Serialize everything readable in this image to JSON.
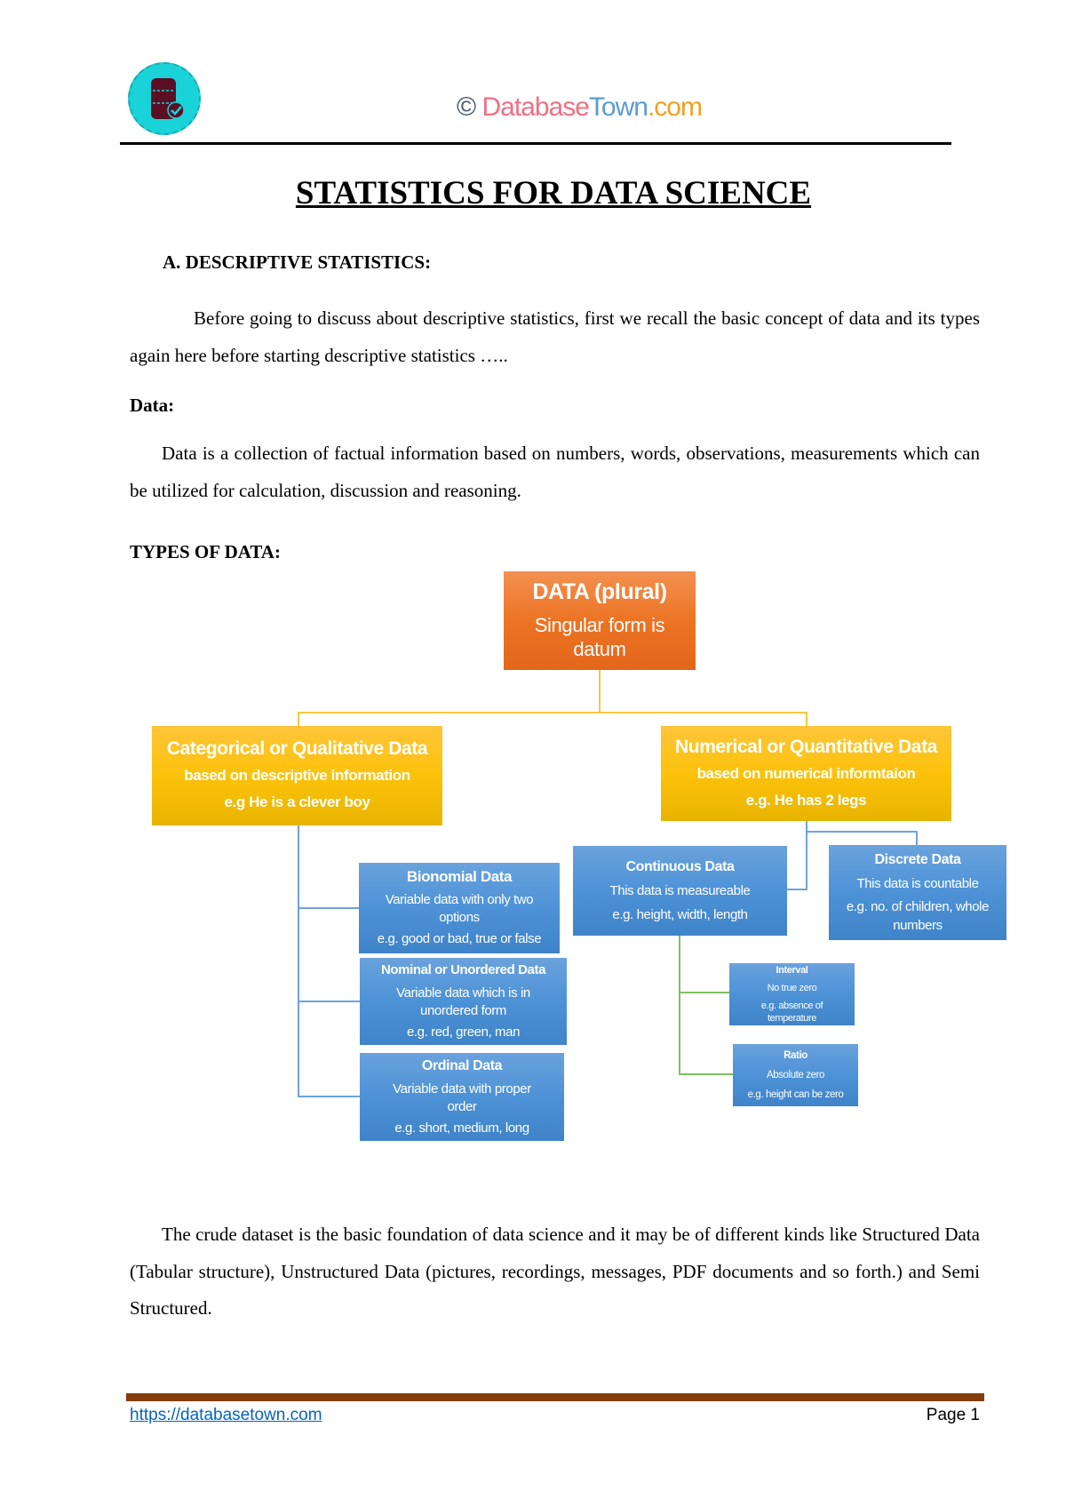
{
  "header": {
    "copyright_symbol": "©",
    "brand_parts": [
      "Database",
      "Town",
      ".com"
    ],
    "brand_colors": [
      "#f06f82",
      "#5b9bd5",
      "#f0a020"
    ],
    "logo": "database-check-icon"
  },
  "title": "STATISTICS FOR DATA SCIENCE",
  "section_a": "A.  DESCRIPTIVE STATISTICS:",
  "para1": "Before going to discuss about descriptive statistics, first we recall the basic concept of data and its types again here before starting descriptive statistics …..",
  "data_heading": "Data:",
  "para2": "Data is a collection of factual information based on numbers, words, observations, measurements which can be utilized for calculation, discussion and reasoning.",
  "types_heading": "TYPES OF DATA:",
  "diagram": {
    "root": {
      "title": "DATA (plural)",
      "lines": [
        "Singular form is datum"
      ]
    },
    "categorical": {
      "title": "Categorical or Qualitative Data",
      "lines": [
        "based on descriptive information",
        "e.g He is a clever boy"
      ]
    },
    "numerical": {
      "title": "Numerical or Quantitative Data",
      "lines": [
        "based on numerical informtaion",
        "e.g. He has 2 legs"
      ]
    },
    "binomial": {
      "title": "Bionomial Data",
      "lines": [
        "Variable data with only two options",
        "e.g. good or bad, true or false"
      ]
    },
    "nominal": {
      "title": "Nominal or Unordered Data",
      "lines": [
        "Variable data which is in unordered form",
        "e.g. red, green, man"
      ]
    },
    "ordinal": {
      "title": "Ordinal Data",
      "lines": [
        "Variable data with proper order",
        "e.g. short, medium, long"
      ]
    },
    "continuous": {
      "title": "Continuous Data",
      "lines": [
        "This data is measureable",
        "e.g. height, width, length"
      ]
    },
    "discrete": {
      "title": "Discrete Data",
      "lines": [
        "This data is countable",
        "e.g. no. of children, whole numbers"
      ]
    },
    "interval": {
      "title": "Interval",
      "lines": [
        "No true zero",
        "e.g. absence of temperature"
      ]
    },
    "ratio": {
      "title": "Ratio",
      "lines": [
        "Absolute zero",
        "e.g. height can be zero"
      ]
    }
  },
  "para3": "The crude dataset is the basic foundation of data science and it may be of different kinds like Structured Data (Tabular structure), Unstructured Data (pictures, recordings, messages, PDF documents and so forth.) and Semi Structured.",
  "footer": {
    "link": "https://databasetown.com",
    "page": "Page 1"
  }
}
